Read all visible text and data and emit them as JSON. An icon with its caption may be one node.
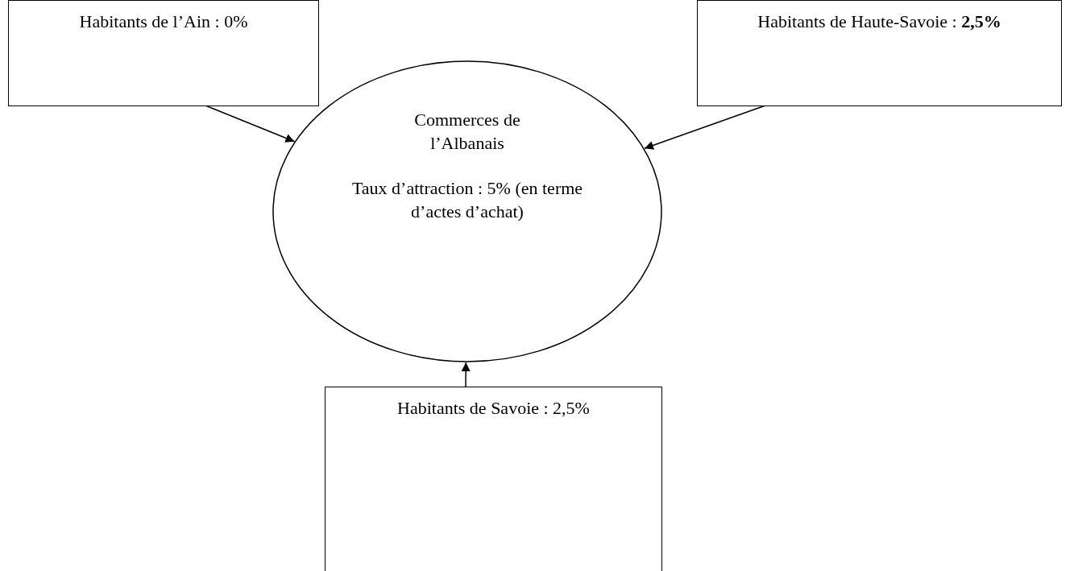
{
  "diagram": {
    "nodes": [
      {
        "text": [
          "Habitants de l’Ain : 0%"
        ]
      },
      {
        "text": [
          "Habitants de Haute-Savoie : **2,5%**"
        ]
      },
      {
        "text": [
          "Commerces de l’Albanais",
          "Taux d’attraction : 5% (en terme d’actes d’achat)"
        ]
      },
      {
        "text": [
          "Habitants de Savoie : 2,5%"
        ]
      }
    ],
    "edges": [
      {
        "from": 0,
        "to": 2,
        "arrow": "to"
      },
      {
        "from": 1,
        "to": 2,
        "arrow": "to"
      },
      {
        "from": 3,
        "to": 2,
        "arrow": "to"
      }
    ]
  }
}
